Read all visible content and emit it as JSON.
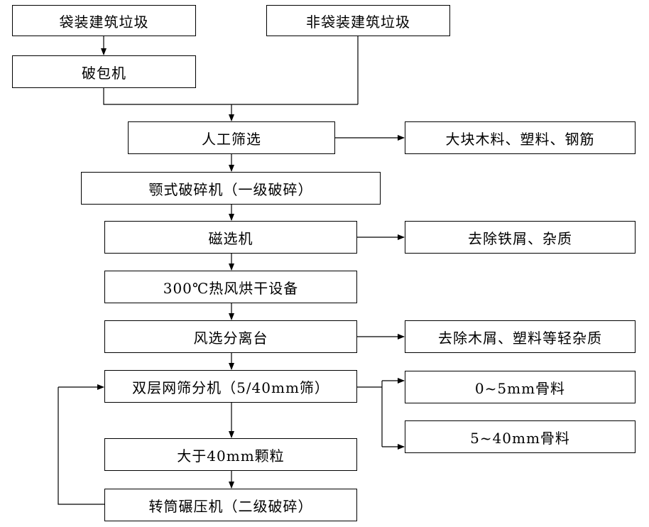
{
  "nodes": {
    "bagged": "袋装建筑垃圾",
    "unbagged": "非袋装建筑垃圾",
    "bag_breaker": "破包机",
    "manual_sort": "人工筛选",
    "manual_sort_out": "大块木料、塑料、钢筋",
    "jaw_crusher": "颚式破碎机（一级破碎）",
    "magnetic": "磁选机",
    "magnetic_out": "去除铁屑、杂质",
    "dryer": "300℃热风烘干设备",
    "air_sep": "风选分离台",
    "air_sep_out": "去除木屑、塑料等轻杂质",
    "screen": "双层网筛分机（5/40mm筛）",
    "agg_fine": "0~5mm骨料",
    "agg_coarse": "5~40mm骨料",
    "oversize": "大于40mm颗粒",
    "roller": "转筒碾压机（二级破碎）"
  },
  "colors": {
    "line": "#000000",
    "box_border": "#000000",
    "background": "#ffffff"
  }
}
